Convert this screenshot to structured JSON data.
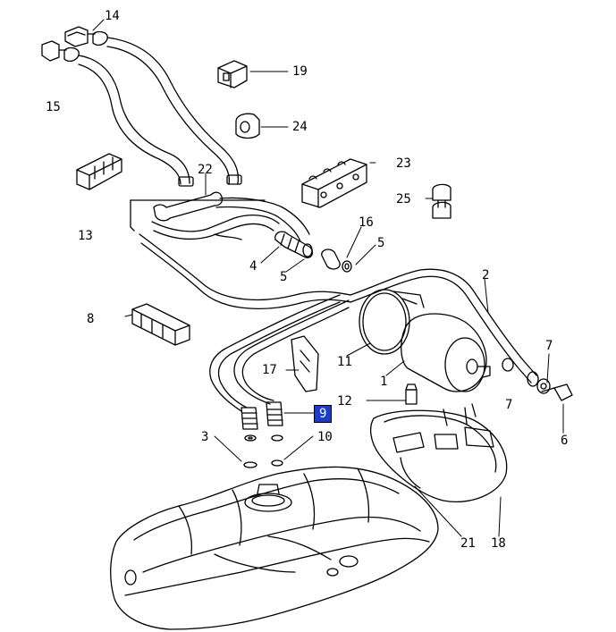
{
  "diagram": {
    "selected_part": "9",
    "highlight_color": "#1a3cc8",
    "callouts": [
      {
        "id": "14",
        "label": "14"
      },
      {
        "id": "15",
        "label": "15"
      },
      {
        "id": "19",
        "label": "19"
      },
      {
        "id": "24",
        "label": "24"
      },
      {
        "id": "22",
        "label": "22"
      },
      {
        "id": "23",
        "label": "23"
      },
      {
        "id": "25",
        "label": "25"
      },
      {
        "id": "13",
        "label": "13"
      },
      {
        "id": "16",
        "label": "16"
      },
      {
        "id": "4",
        "label": "4"
      },
      {
        "id": "5a",
        "label": "5"
      },
      {
        "id": "5b",
        "label": "5"
      },
      {
        "id": "2",
        "label": "2"
      },
      {
        "id": "8",
        "label": "8"
      },
      {
        "id": "11",
        "label": "11"
      },
      {
        "id": "1",
        "label": "1"
      },
      {
        "id": "7a",
        "label": "7"
      },
      {
        "id": "7b",
        "label": "7"
      },
      {
        "id": "17",
        "label": "17"
      },
      {
        "id": "12",
        "label": "12"
      },
      {
        "id": "9",
        "label": "9"
      },
      {
        "id": "6",
        "label": "6"
      },
      {
        "id": "3",
        "label": "3"
      },
      {
        "id": "10",
        "label": "10"
      },
      {
        "id": "21",
        "label": "21"
      },
      {
        "id": "18",
        "label": "18"
      }
    ]
  }
}
